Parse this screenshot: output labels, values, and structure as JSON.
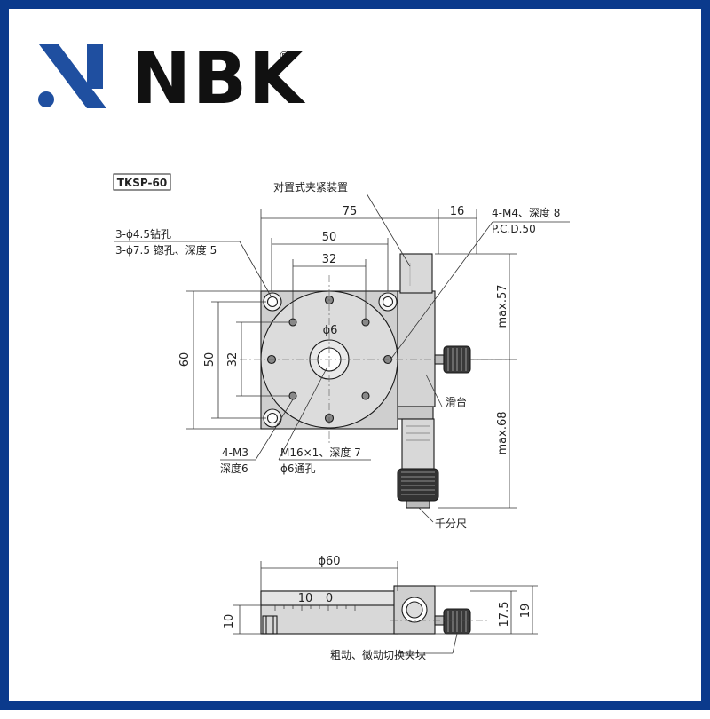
{
  "brand": {
    "name": "NBK",
    "registered_mark": "®",
    "frame_color": "#0b3a8c",
    "logo_color": "#1f4fa0",
    "logo_icon": "nbk-diagonal-mark-icon"
  },
  "drawing": {
    "model": "TKSP-60",
    "top_view": {
      "dimensions": {
        "width_overall": "75",
        "width_holes": "50",
        "width_inner": "32",
        "clamp_width": "16",
        "height_overall": "60",
        "height_holes": "50",
        "height_inner": "32",
        "max_top": "max.57",
        "max_bottom": "max.68",
        "center_bore": "ϕ6"
      },
      "callouts": {
        "clamp": "对置式夹紧装置",
        "m4_line1": "4-M4、深度 8",
        "m4_line2": "P.C.D.50",
        "hole_line1": "3-ϕ4.5钻孔",
        "hole_line2": "3-ϕ7.5 锪孔、深度 5",
        "slide": "滑台",
        "m3_line1": "4-M3",
        "m3_line2": "深度6",
        "m16_line1": "M16×1、深度 7",
        "m16_line2": "ϕ6通孔",
        "micrometer": "千分尺"
      }
    },
    "side_view": {
      "dimensions": {
        "diameter": "ϕ60",
        "thickness": "10",
        "height_a": "17.5",
        "height_b": "19"
      },
      "scale_labels": [
        "10",
        "0"
      ],
      "callout": "粗动、微动切换夹块"
    }
  }
}
